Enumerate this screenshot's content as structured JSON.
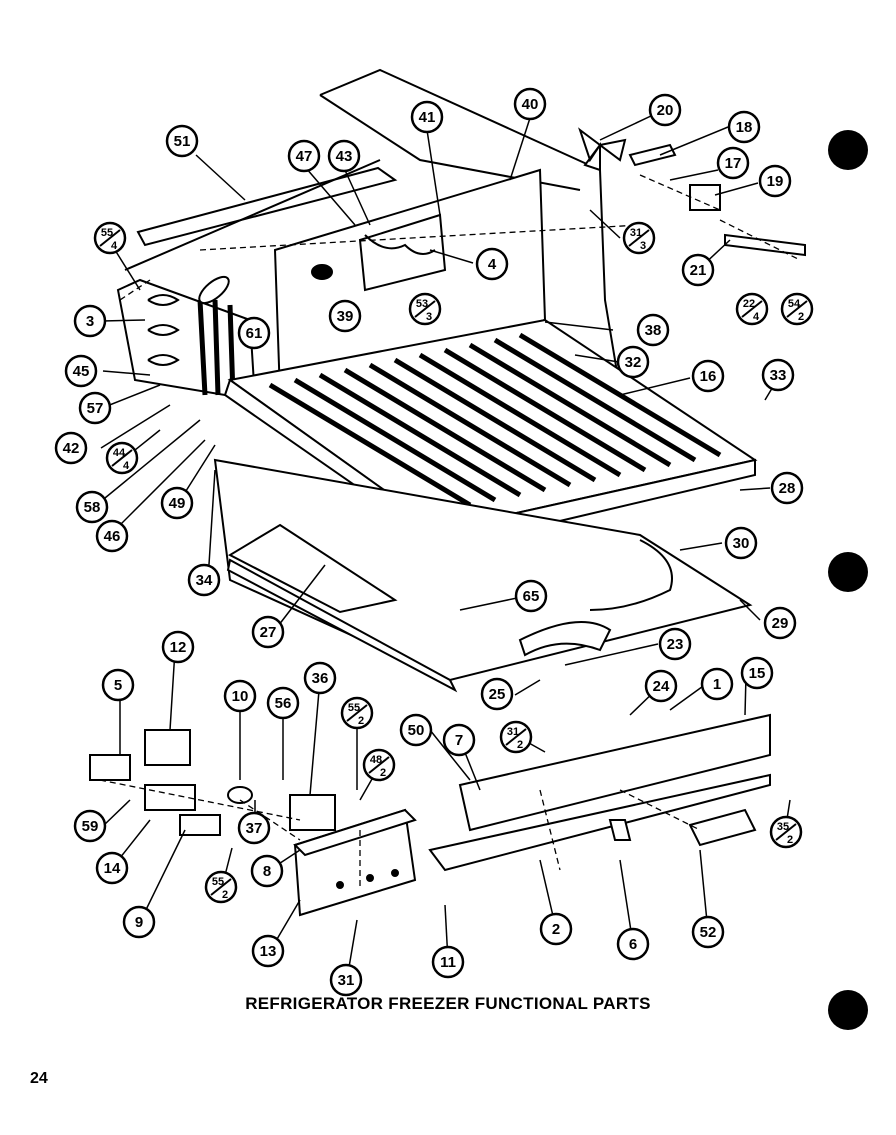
{
  "title": "REFRIGERATOR FREEZER FUNCTIONAL PARTS",
  "page_number": "24",
  "callouts": [
    {
      "id": "51"
    },
    {
      "id": "47"
    },
    {
      "id": "43"
    },
    {
      "id": "41"
    },
    {
      "id": "40"
    },
    {
      "id": "20"
    },
    {
      "id": "18"
    },
    {
      "id": "17"
    },
    {
      "id": "19"
    },
    {
      "id": "55",
      "sub": "4"
    },
    {
      "id": "31",
      "sub": "3"
    },
    {
      "id": "4"
    },
    {
      "id": "21"
    },
    {
      "id": "22",
      "sub": "4"
    },
    {
      "id": "54",
      "sub": "2"
    },
    {
      "id": "3"
    },
    {
      "id": "61"
    },
    {
      "id": "39"
    },
    {
      "id": "53",
      "sub": "3"
    },
    {
      "id": "38"
    },
    {
      "id": "45"
    },
    {
      "id": "32"
    },
    {
      "id": "16"
    },
    {
      "id": "33"
    },
    {
      "id": "57"
    },
    {
      "id": "42"
    },
    {
      "id": "44",
      "sub": "4"
    },
    {
      "id": "58"
    },
    {
      "id": "49"
    },
    {
      "id": "46"
    },
    {
      "id": "28"
    },
    {
      "id": "34"
    },
    {
      "id": "30"
    },
    {
      "id": "65"
    },
    {
      "id": "27"
    },
    {
      "id": "29"
    },
    {
      "id": "12"
    },
    {
      "id": "5"
    },
    {
      "id": "10"
    },
    {
      "id": "56"
    },
    {
      "id": "36"
    },
    {
      "id": "55",
      "sub": "2"
    },
    {
      "id": "23"
    },
    {
      "id": "25"
    },
    {
      "id": "24"
    },
    {
      "id": "1"
    },
    {
      "id": "15"
    },
    {
      "id": "50"
    },
    {
      "id": "7"
    },
    {
      "id": "31",
      "sub": "2"
    },
    {
      "id": "48",
      "sub": "2"
    },
    {
      "id": "59"
    },
    {
      "id": "37"
    },
    {
      "id": "14"
    },
    {
      "id": "8"
    },
    {
      "id": "55",
      "sub": "2"
    },
    {
      "id": "9"
    },
    {
      "id": "35",
      "sub": "2"
    },
    {
      "id": "13"
    },
    {
      "id": "2"
    },
    {
      "id": "6"
    },
    {
      "id": "52"
    },
    {
      "id": "31"
    },
    {
      "id": "11"
    }
  ]
}
